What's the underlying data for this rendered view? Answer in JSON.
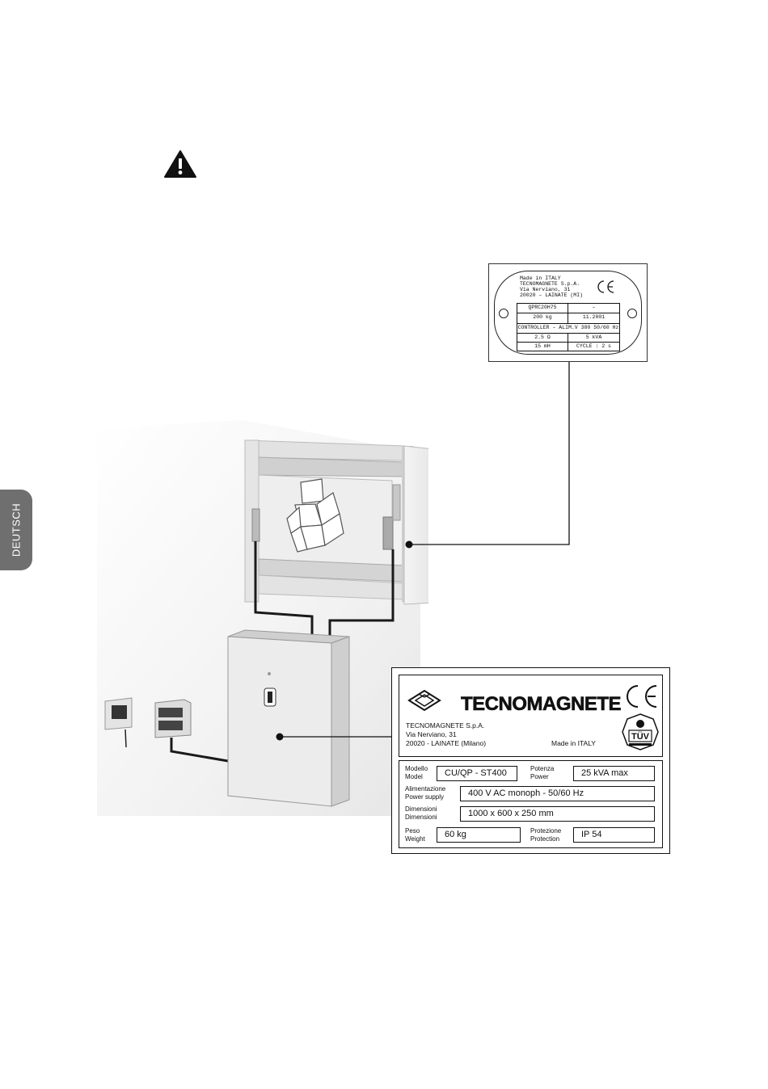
{
  "side_tab": {
    "label": "DEUTSCH"
  },
  "warning_icon": "warning-triangle-icon",
  "small_plate": {
    "line1": "Made in ITALY",
    "line2": "TECNOMAGNETE S.p.A.",
    "line3": "Via Nerviano, 31",
    "line4": "20020 – LAINATE (MI)",
    "mark": "CE",
    "model": "QPRC20H75",
    "serial": "–",
    "weight": "200  kg",
    "date": "11.2001",
    "controller": "CONTROLLER – ALIM.V 380  50/60  Hz",
    "resistance": "2.5   Ω",
    "power": "5   kVA",
    "inductance": "15     mH",
    "cycle": "CYCLE :   2    s"
  },
  "big_plate": {
    "brand": "TECNOMAGNETE",
    "mark": "CE",
    "cert": "TÜV",
    "company": "TECNOMAGNETE S.p.A.",
    "street": "Via Nerviano, 31",
    "city": "20020 - LAINATE (Milano)",
    "origin": "Made in ITALY",
    "fields": {
      "model_it": "Modello",
      "model_en": "Model",
      "model_value": "CU/QP - ST400",
      "power_it": "Potenza",
      "power_en": "Power",
      "power_value": "25 kVA max",
      "supply_it": "Alimentazione",
      "supply_en": "Power supply",
      "supply_value": "400 V  AC monoph - 50/60 Hz",
      "dim_it": "Dimensioni",
      "dim_en": "Dimensioni",
      "dim_value": "1000 x 600 x 250 mm",
      "weight_it": "Peso",
      "weight_en": "Weight",
      "weight_value": "60 kg",
      "prot_it": "Protezione",
      "prot_en": "Protection",
      "prot_value": "IP 54"
    }
  }
}
